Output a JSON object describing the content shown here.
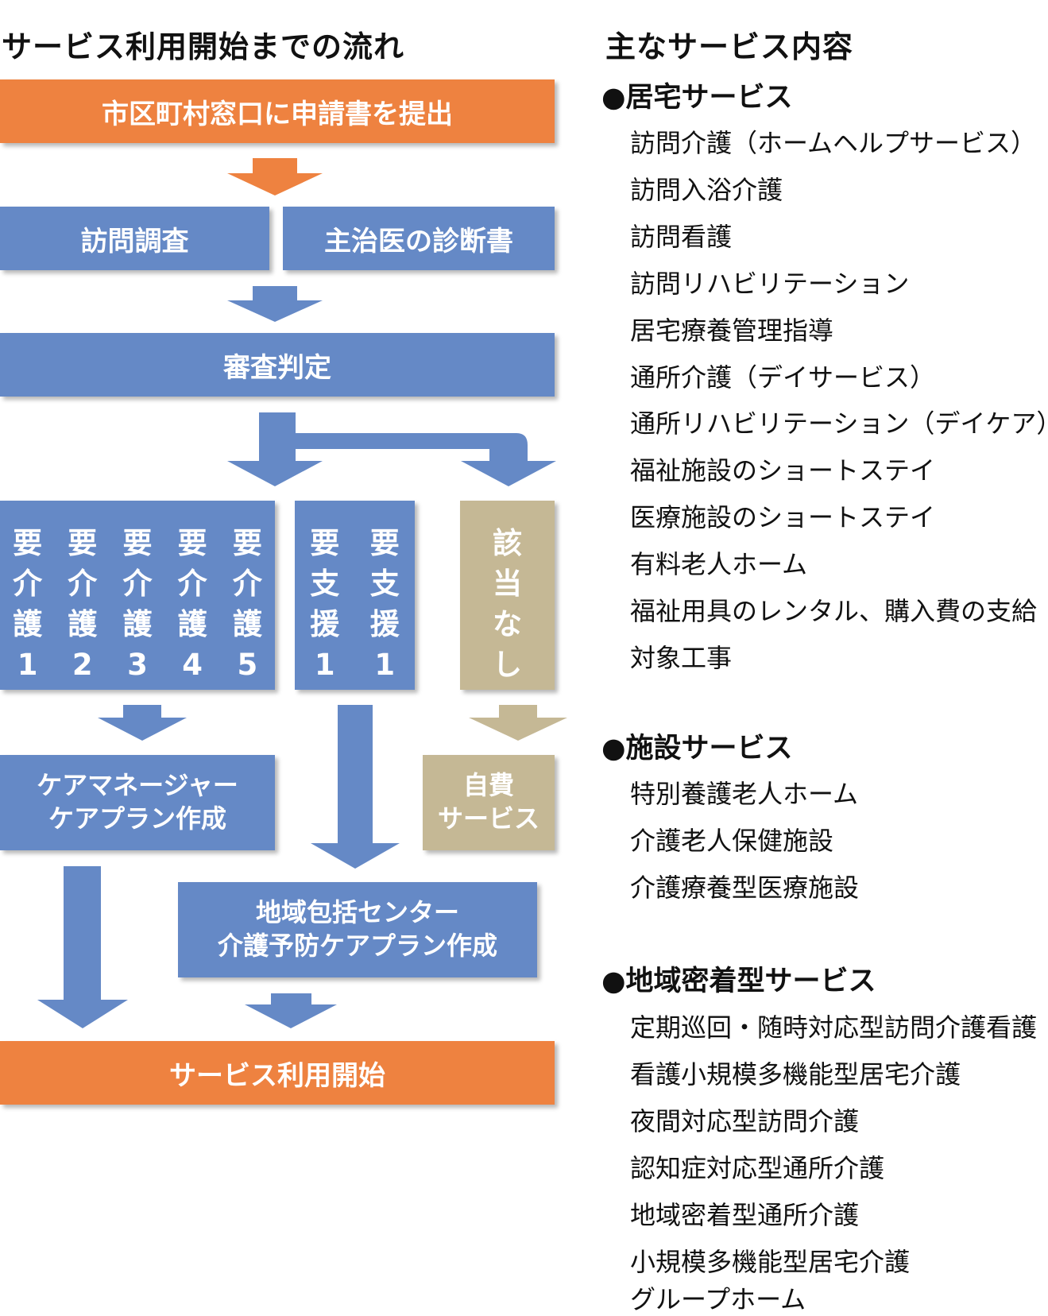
{
  "left": {
    "title": "サービス利用開始までの流れ",
    "step_submit": "市区町村窓口に申請書を提出",
    "step_survey": "訪問調査",
    "step_doctor": "主治医の診断書",
    "step_review": "審査判定",
    "care_levels": [
      [
        "要",
        "介",
        "護",
        "1"
      ],
      [
        "要",
        "介",
        "護",
        "2"
      ],
      [
        "要",
        "介",
        "護",
        "3"
      ],
      [
        "要",
        "介",
        "護",
        "4"
      ],
      [
        "要",
        "介",
        "護",
        "5"
      ]
    ],
    "support_levels": [
      [
        "要",
        "支",
        "援",
        "1"
      ],
      [
        "要",
        "支",
        "援",
        "1"
      ]
    ],
    "not_applicable": [
      "該",
      "当",
      "な",
      "し"
    ],
    "care_manager": {
      "line1": "ケアマネージャー",
      "line2": "ケアプラン作成"
    },
    "self_pay": {
      "line1": "自費",
      "line2": "サービス"
    },
    "regional_center": {
      "line1": "地域包括センター",
      "line2": "介護予防ケアプラン作成"
    },
    "step_start": "サービス利用開始",
    "colors": {
      "orange": "#ee8240",
      "blue": "#6589c6",
      "tan": "#c5b895"
    }
  },
  "right": {
    "title": "主なサービス内容",
    "sections": [
      {
        "heading": "●居宅サービス",
        "items": [
          "訪問介護（ホームヘルプサービス）",
          "訪問入浴介護",
          "訪問看護",
          "訪問リハビリテーション",
          "居宅療養管理指導",
          "通所介護（デイサービス）",
          "通所リハビリテーション（デイケア）",
          "福祉施設のショートステイ",
          "医療施設のショートステイ",
          "有料老人ホーム",
          "福祉用具のレンタル、購入費の支給",
          "対象工事"
        ]
      },
      {
        "heading": "●施設サービス",
        "items": [
          "特別養護老人ホーム",
          "介護老人保健施設",
          "介護療養型医療施設"
        ]
      },
      {
        "heading": "●地域密着型サービス",
        "items": [
          "定期巡回・随時対応型訪問介護看護",
          "看護小規模多機能型居宅介護",
          "夜間対応型訪問介護",
          "認知症対応型通所介護",
          "地域密着型通所介護",
          "小規模多機能型居宅介護",
          "グループホーム"
        ]
      }
    ]
  }
}
